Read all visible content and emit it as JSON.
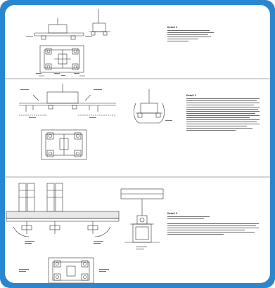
{
  "panels": [
    {
      "id": "panel-1",
      "note_title": "Detail 1"
    },
    {
      "id": "panel-2",
      "note_title": "Detail 2"
    },
    {
      "id": "panel-3",
      "note_title": "Detail 3"
    }
  ],
  "colors": {
    "frame": "#2a86cf",
    "sheet": "#ffffff",
    "linework": "#333333",
    "divider": "#8a8a8a"
  }
}
